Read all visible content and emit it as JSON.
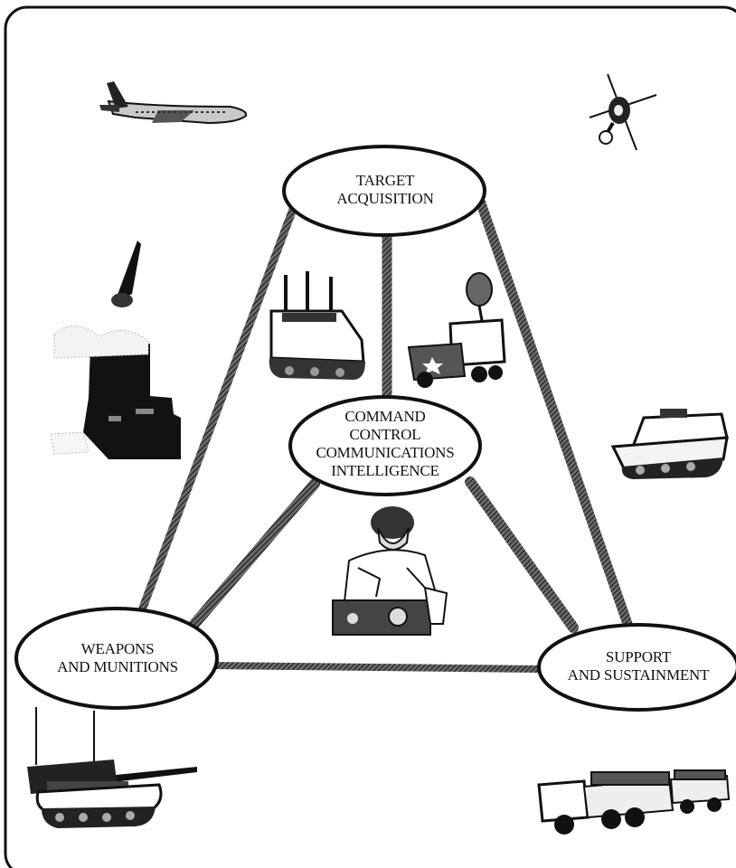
{
  "diagram": {
    "nodes": {
      "target_acquisition": {
        "lines": [
          "TARGET",
          "ACQUISITION"
        ]
      },
      "c3i": {
        "lines": [
          "COMMAND",
          "CONTROL",
          "COMMUNICATIONS",
          "INTELLIGENCE"
        ]
      },
      "weapons_munitions": {
        "lines": [
          "WEAPONS",
          "AND MUNITIONS"
        ]
      },
      "support_sustainment": {
        "lines": [
          "SUPPORT",
          "AND SUSTAINMENT"
        ]
      }
    },
    "connections": [
      [
        "target_acquisition",
        "weapons_munitions"
      ],
      [
        "target_acquisition",
        "support_sustainment"
      ],
      [
        "target_acquisition",
        "c3i"
      ],
      [
        "c3i",
        "weapons_munitions"
      ],
      [
        "c3i",
        "support_sustainment"
      ],
      [
        "weapons_munitions",
        "support_sustainment"
      ]
    ],
    "illustrations": [
      "aircraft-icon",
      "helicopter-icon",
      "missile-launch-icon",
      "radar-tracked-vehicle-icon",
      "radar-jeep-icon",
      "tracked-vehicle-icon",
      "radio-operator-icon",
      "self-propelled-howitzer-icon",
      "supply-truck-icon"
    ],
    "colors": {
      "ink": "#111111",
      "paper": "#ffffff",
      "connector": "#3a3a3a"
    }
  }
}
